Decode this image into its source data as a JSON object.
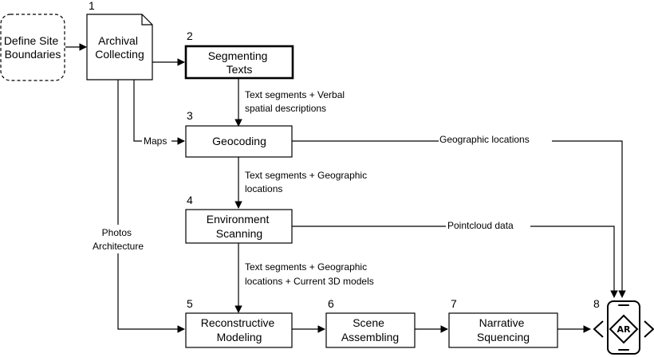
{
  "nodes": {
    "define_site": {
      "lines": [
        "Define Site",
        "Boundaries"
      ]
    },
    "archival": {
      "number": "1",
      "lines": [
        "Archival",
        "Collecting"
      ]
    },
    "segmenting": {
      "number": "2",
      "lines": [
        "Segmenting",
        "Texts"
      ]
    },
    "geocoding": {
      "number": "3",
      "lines": [
        "Geocoding"
      ]
    },
    "environment": {
      "number": "4",
      "lines": [
        "Environment",
        "Scanning"
      ]
    },
    "reconstructive": {
      "number": "5",
      "lines": [
        "Reconstructive",
        "Modeling"
      ]
    },
    "scene": {
      "number": "6",
      "lines": [
        "Scene",
        "Assembling"
      ]
    },
    "narrative": {
      "number": "7",
      "lines": [
        "Narrative",
        "Squencing"
      ]
    },
    "ar": {
      "number": "8",
      "label": "AR"
    }
  },
  "edges": {
    "seg_to_geo": [
      "Text segments + Verbal",
      "spatial descriptions"
    ],
    "maps": [
      "Maps"
    ],
    "geo_to_env": [
      "Text segments + Geographic",
      "locations"
    ],
    "env_to_recon": [
      "Text segments + Geographic",
      "locations + Current 3D models"
    ],
    "photos": [
      "Photos",
      "Architecture"
    ],
    "geo_locations": [
      "Geographic locations"
    ],
    "pointcloud": [
      "Pointcloud data"
    ]
  }
}
